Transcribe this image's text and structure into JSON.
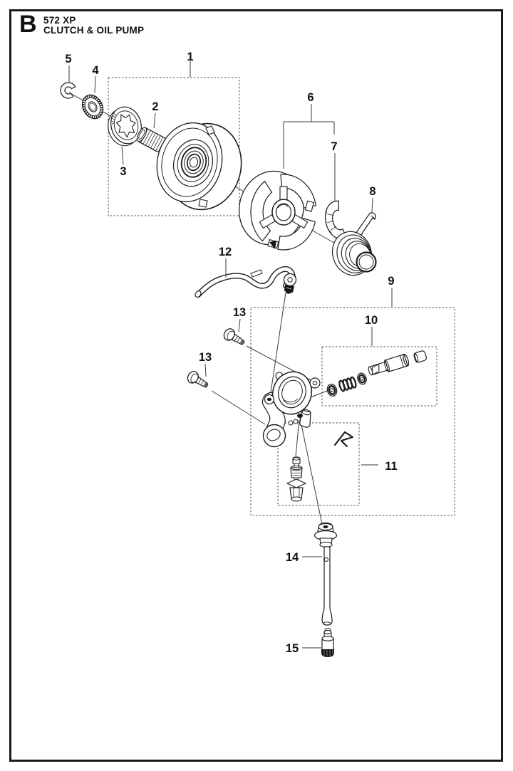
{
  "colors": {
    "background": "#ffffff",
    "frame": "#1a1a1a",
    "line_art": "#1d1d1b",
    "leader_line": "#3a3a3a",
    "dashed_box": "#4a4a4a",
    "label_text": "#111111"
  },
  "header": {
    "section_letter": "B",
    "model": "572 XP",
    "title": "CLUTCH & OIL PUMP"
  },
  "callouts": {
    "n1": "1",
    "n2": "2",
    "n3": "3",
    "n4": "4",
    "n5": "5",
    "n6": "6",
    "n7": "7",
    "n8": "8",
    "n9": "9",
    "n10": "10",
    "n11": "11",
    "n12": "12",
    "n13a": "13",
    "n13b": "13",
    "n14": "14",
    "n15": "15"
  }
}
